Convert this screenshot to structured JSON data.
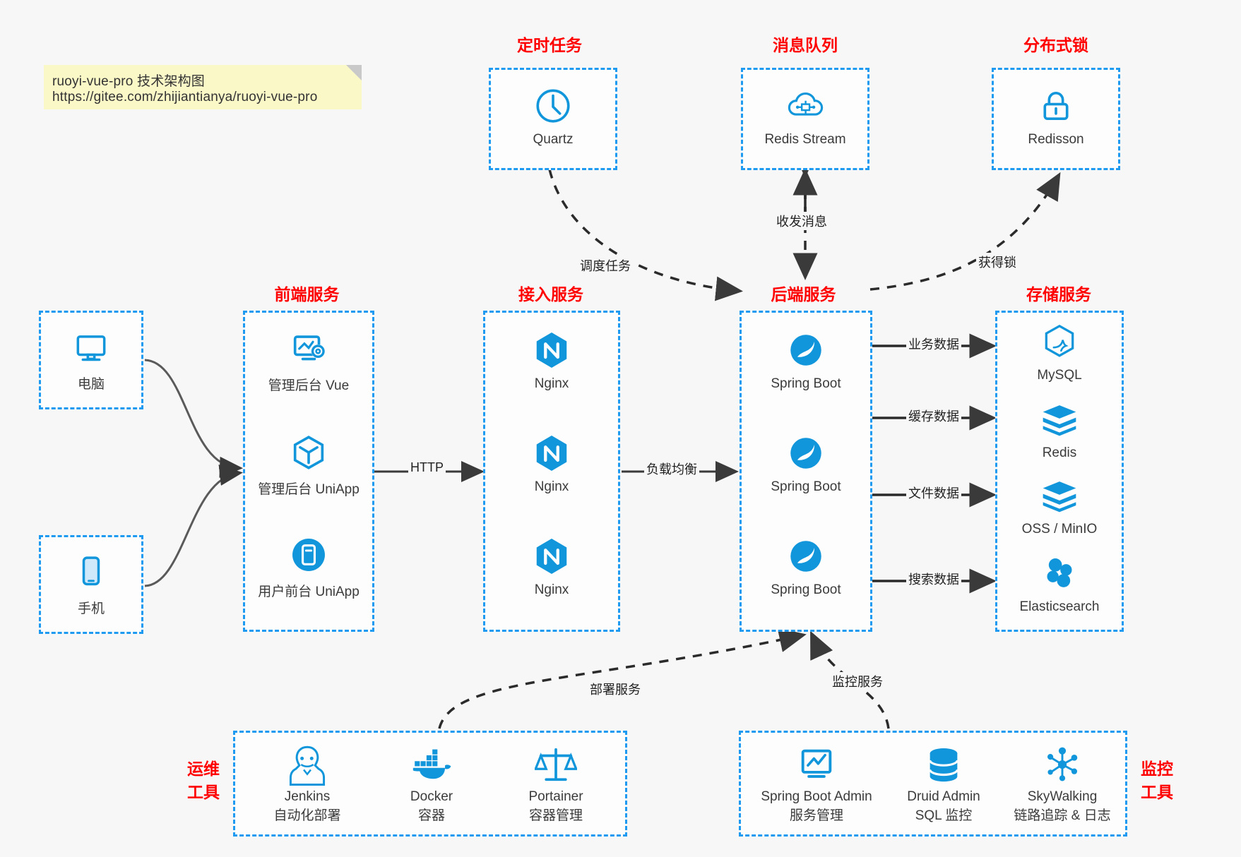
{
  "note": {
    "line1": "ruoyi-vue-pro 技术架构图",
    "line2": "https://gitee.com/zhijiantianya/ruoyi-vue-pro"
  },
  "colors": {
    "accent": "#1e9bf0",
    "group_title": "#ff0000",
    "icon_blue": "#1296db",
    "edge": "#3a3a3a",
    "note_bg": "#fbf8c8",
    "canvas_bg": "#f7f7f7"
  },
  "groups": {
    "scheduled_task": {
      "title": "定时任务",
      "nodes": [
        {
          "label": "Quartz",
          "icon": "clock-icon"
        }
      ]
    },
    "message_queue": {
      "title": "消息队列",
      "nodes": [
        {
          "label": "Redis Stream",
          "icon": "cloud-stream-icon"
        }
      ]
    },
    "distributed_lock": {
      "title": "分布式锁",
      "nodes": [
        {
          "label": "Redisson",
          "icon": "lock-icon"
        }
      ]
    },
    "clients": {
      "nodes": [
        {
          "label": "电脑",
          "icon": "desktop-icon"
        },
        {
          "label": "手机",
          "icon": "mobile-icon"
        }
      ]
    },
    "frontend": {
      "title": "前端服务",
      "nodes": [
        {
          "label": "管理后台 Vue",
          "icon": "dashboard-gear-icon"
        },
        {
          "label": "管理后台 UniApp",
          "icon": "cube-icon"
        },
        {
          "label": "用户前台 UniApp",
          "icon": "app-window-icon"
        }
      ]
    },
    "gateway": {
      "title": "接入服务",
      "nodes": [
        {
          "label": "Nginx",
          "icon": "nginx-icon"
        },
        {
          "label": "Nginx",
          "icon": "nginx-icon"
        },
        {
          "label": "Nginx",
          "icon": "nginx-icon"
        }
      ]
    },
    "backend": {
      "title": "后端服务",
      "nodes": [
        {
          "label": "Spring Boot",
          "icon": "spring-boot-icon"
        },
        {
          "label": "Spring Boot",
          "icon": "spring-boot-icon"
        },
        {
          "label": "Spring Boot",
          "icon": "spring-boot-icon"
        }
      ]
    },
    "storage": {
      "title": "存储服务",
      "nodes": [
        {
          "label": "MySQL",
          "icon": "mysql-icon"
        },
        {
          "label": "Redis",
          "icon": "redis-icon"
        },
        {
          "label": "OSS / MinIO",
          "icon": "redis-icon"
        },
        {
          "label": "Elasticsearch",
          "icon": "elasticsearch-icon"
        }
      ]
    },
    "devops": {
      "title_line1": "运维",
      "title_line2": "工具",
      "nodes": [
        {
          "label": "Jenkins",
          "sub": "自动化部署",
          "icon": "jenkins-icon"
        },
        {
          "label": "Docker",
          "sub": "容器",
          "icon": "docker-icon"
        },
        {
          "label": "Portainer",
          "sub": "容器管理",
          "icon": "scales-icon"
        }
      ]
    },
    "monitoring": {
      "title_line1": "监控",
      "title_line2": "工具",
      "nodes": [
        {
          "label": "Spring Boot Admin",
          "sub": "服务管理",
          "icon": "monitor-chart-icon"
        },
        {
          "label": "Druid Admin",
          "sub": "SQL 监控",
          "icon": "database-icon"
        },
        {
          "label": "SkyWalking",
          "sub": "链路追踪 & 日志",
          "icon": "skywalking-icon"
        }
      ]
    }
  },
  "edges": [
    {
      "id": "http",
      "label": "HTTP"
    },
    {
      "id": "load-balance",
      "label": "负载均衡"
    },
    {
      "id": "schedule-task",
      "label": "调度任务"
    },
    {
      "id": "send-receive-message",
      "label": "收发消息"
    },
    {
      "id": "acquire-lock",
      "label": "获得锁"
    },
    {
      "id": "business-data",
      "label": "业务数据"
    },
    {
      "id": "cache-data",
      "label": "缓存数据"
    },
    {
      "id": "file-data",
      "label": "文件数据"
    },
    {
      "id": "search-data",
      "label": "搜索数据"
    },
    {
      "id": "deploy-service",
      "label": "部署服务"
    },
    {
      "id": "monitor-service",
      "label": "监控服务"
    }
  ]
}
